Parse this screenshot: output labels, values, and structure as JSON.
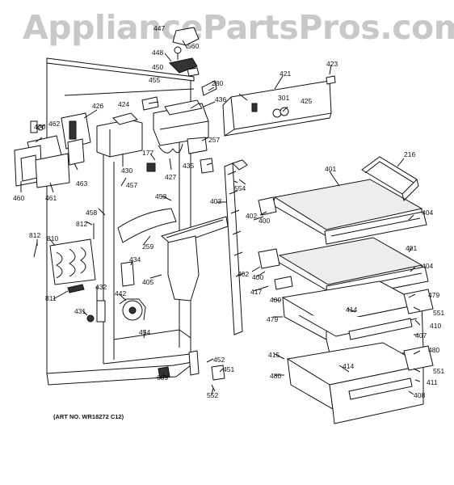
{
  "watermark": "AppliancePartsPros.com",
  "art_number": "(ART NO. WR18272 C12)",
  "part_labels": {
    "p447": "447",
    "p448": "448",
    "p450": "450",
    "p560": "560",
    "p455": "455",
    "p280": "280",
    "p421": "421",
    "p423": "423",
    "p436": "436",
    "p424": "424",
    "p426": "426",
    "p470": "470",
    "p462": "462",
    "p301": "301",
    "p425": "425",
    "p177": "177",
    "p257": "257",
    "p430": "430",
    "p216": "216",
    "p463": "463",
    "p427": "427",
    "p435": "435",
    "p401a": "401",
    "p554": "554",
    "p460": "460",
    "p461": "461",
    "p457": "457",
    "p453": "453",
    "p403": "403",
    "p458": "458",
    "p402a": "402",
    "p400a": "400",
    "p404a": "404",
    "p812a": "812",
    "p812b": "812",
    "p810": "810",
    "p259": "259",
    "p401b": "401",
    "p434": "434",
    "p404b": "404",
    "p402b": "402",
    "p400b": "400",
    "p405": "405",
    "p432": "432",
    "p417": "417",
    "p442": "442",
    "p811": "811",
    "p479a": "479",
    "p409": "409",
    "p414a": "414",
    "p431": "431",
    "p479b": "479",
    "p551a": "551",
    "p410": "410",
    "p407": "407",
    "p454": "454",
    "p480a": "480",
    "p415": "415",
    "p452": "452",
    "p414b": "414",
    "p451": "451",
    "p551b": "551",
    "p609": "609",
    "p480b": "480",
    "p411": "411",
    "p552": "552",
    "p408": "408"
  }
}
